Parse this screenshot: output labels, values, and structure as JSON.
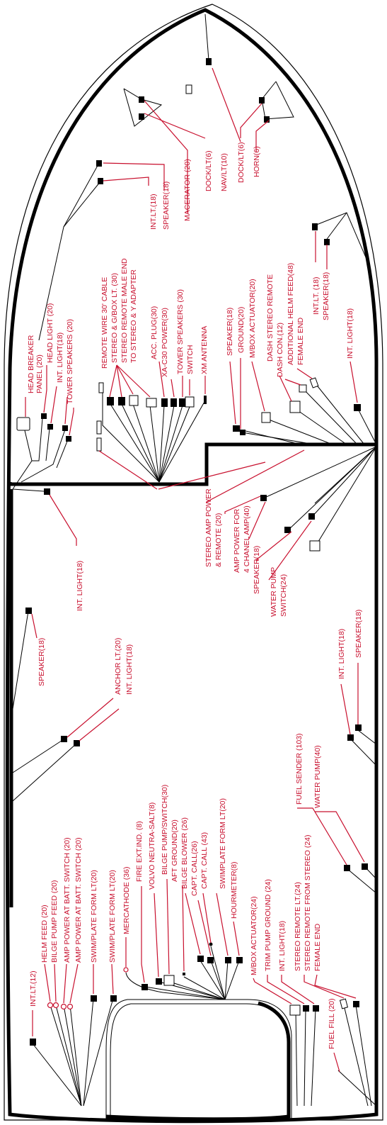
{
  "labels": {
    "macerator": "MACERATOR (20)",
    "dock_lt_left": "DOCK/LT(6)",
    "nav_lt": "NAV/LT(10)",
    "dock_lt_right": "DOCK/LT(6)",
    "horn": "HORN(6)",
    "int_lt_fwd": "INT.LT.(18)",
    "speaker_fwd": "SPEAKER(18)",
    "head_breaker_1": "HEAD BREAKER",
    "head_breaker_2": "PANEL (20)",
    "head_light": "HEAD LIGHT (20)",
    "int_light_head": "INT. LIGHT(18)",
    "tower_speakers_head": "TOWER SPEAKERS (20)",
    "remote_wire": "REMOTE WIRE 30' CABLE",
    "stereo_gbox": "STEREO & G/BOX LT. (30)",
    "stereo_remote_male": "STEREO REMOTE MALE END",
    "to_stereo_adapter": "TO STEREO & Y ADAPTER",
    "acc_plug": "ACC. PLUG(30)",
    "xa_c30": "XA-C30 POWER(30)",
    "tower_speakers_30": "TOWER SPEAKERS (30)",
    "switch": "SWITCH",
    "xm_antenna": "XM ANTENNA",
    "speaker_helm": "SPEAKER(18)",
    "ground_helm": "GROUND(20)",
    "mbox_actuator_helm": "M/BOX ACTUATOR(20)",
    "dash_stereo_remote": "DASH STEREO REMOTE",
    "dash_con": "DASH CON.(12)",
    "additional_helm_feed": "ADDITIONAL HELM FEED(48)",
    "female_end_helm": "FEMALE END",
    "int_lt_stbd": "INT.LT. (18)",
    "speaker_stbd": "SPEAKER(18)",
    "int_light_stbd": "INT. LIGHT(18)",
    "stereo_amp_power": "STEREO AMP POWER",
    "and_remote": "& REMOTE (20)",
    "amp_power_for": "AMP POWER FOR",
    "four_chanel_amp": "4 CHANEL AMP(40)",
    "speaker_mid": "SPEAKER(18)",
    "water_pump_switch_1": "WATER PUMP",
    "water_pump_switch_2": "SWITCH(24)",
    "int_light_port_mid": "INT. LIGHT(18)",
    "speaker_port": "SPEAKER(18)",
    "anchor_lt": "ANCHOR LT.(20)",
    "int_light_port_aft": "INT. LIGHT(18)",
    "int_light_stbd_aft": "INT. LIGHT(18)",
    "speaker_stbd_aft": "SPEAKER(18)",
    "fuel_sender": "FUEL SENDER (103)",
    "water_pump": "WATER PUMP(40)",
    "int_lt_12": "INT.LT.(12)",
    "helm_feed": "HELM FEED (20)",
    "bilge_pump_feed": "BILGE PUMP FEED (20)",
    "amp_batt_1": "AMP POWER AT BATT. SWITCH (20)",
    "amp_batt_2": "AMP POWER AT BATT. SWITCH (20)",
    "swim_form_1": "SWIM/PLATE FORM LT(20)",
    "swim_form_2": "SWIM/PLATE FORM LT(20)",
    "mercathode": "MERCATHODE (36)",
    "fire_ext": "FIRE EXT.IND. (8)",
    "volvo_neutra": "VOLVO NEUTRA-SALT(8)",
    "bilge_pump_switch": "BILGE PUMP/SWITCH(30)",
    "aft_ground": "AFT GROUND(20)",
    "bilge_blower": "BILGE BLOWER (26)",
    "capt_call_26": "CAPT. CALL(26)",
    "capt_call_43": "CAPT. CALL (43)",
    "swim_form_3": "SWIMPLATE FORM LT(20)",
    "hourmeter": "HOURMETER(8)",
    "mbox_actuator_aft": "M/BOX ACTUATOR(24)",
    "trim_pump_ground": "TRIM PUMP GROUND (24)",
    "int_light_aft": "INT. LIGHT(18)",
    "stereo_remote_lt": "STEREO REMOTE LT.(24)",
    "stereo_remote_from": "STEREO REMOTE FROM STEREO (24)",
    "female_end_aft": "FEMALE END",
    "fuel_fill": "FUEL FILL (20)"
  }
}
